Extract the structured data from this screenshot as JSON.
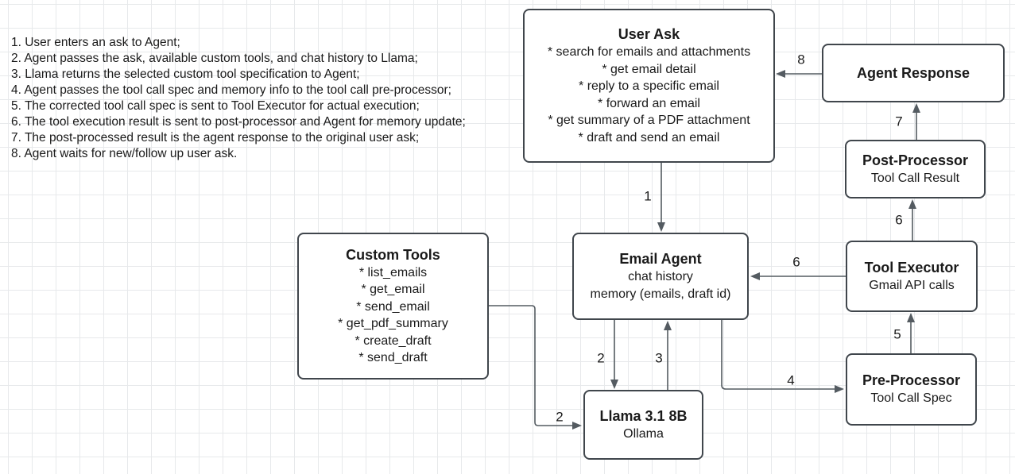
{
  "colors": {
    "node_border": "#40464c",
    "arrow": "#545b61",
    "grid_line": "#e7e9eb",
    "background": "#ffffff",
    "text": "#1a1a1a"
  },
  "steps": [
    "1. User enters an ask to Agent;",
    "2. Agent passes the ask, available custom tools, and chat history to Llama;",
    "3. Llama returns the selected custom tool specification to Agent;",
    "4. Agent passes the tool call spec and memory info to the tool call pre-processor;",
    "5. The corrected tool call spec is sent to Tool Executor for actual execution;",
    "6. The tool execution result is sent to post-processor and Agent for memory update;",
    "7. The post-processed result is the agent response to the original user ask;",
    "8. Agent waits for new/follow up user ask."
  ],
  "boxes": {
    "user_ask": {
      "title": "User Ask",
      "lines": [
        "* search for emails and attachments",
        "* get email detail",
        "* reply to a specific email",
        "* forward an email",
        "* get summary of a PDF attachment",
        "* draft and send an email"
      ]
    },
    "agent_response": {
      "title": "Agent Response"
    },
    "post_processor": {
      "title": "Post-Processor",
      "lines": [
        "Tool Call Result"
      ]
    },
    "tool_executor": {
      "title": "Tool Executor",
      "lines": [
        "Gmail API calls"
      ]
    },
    "pre_processor": {
      "title": "Pre-Processor",
      "lines": [
        "Tool Call Spec"
      ]
    },
    "email_agent": {
      "title": "Email Agent",
      "lines": [
        "chat history",
        "memory (emails, draft id)"
      ]
    },
    "custom_tools": {
      "title": "Custom Tools",
      "lines": [
        "* list_emails",
        "* get_email",
        "* send_email",
        "* get_pdf_summary",
        "* create_draft",
        "* send_draft"
      ]
    },
    "llama": {
      "title": "Llama 3.1 8B",
      "lines": [
        "Ollama"
      ]
    }
  },
  "edge_labels": {
    "e1": "1",
    "e2_agent": "2",
    "e2_tools": "2",
    "e3": "3",
    "e4": "4",
    "e5": "5",
    "e6_post": "6",
    "e6_agent": "6",
    "e7": "7",
    "e8": "8"
  }
}
